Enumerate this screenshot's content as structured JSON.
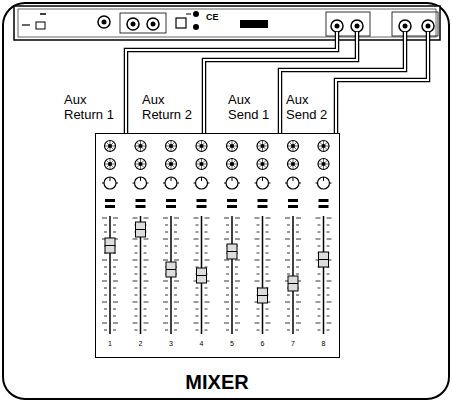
{
  "diagram": {
    "nodes": [
      {
        "text": [
          "MIXER"
        ]
      }
    ],
    "edges": [],
    "labels": [
      "CE",
      "Aux Return 1",
      "Aux Return 2",
      "Aux Send 1",
      "Aux Send 2",
      "1",
      "2",
      "3",
      "4",
      "5",
      "6",
      "7",
      "8"
    ]
  }
}
